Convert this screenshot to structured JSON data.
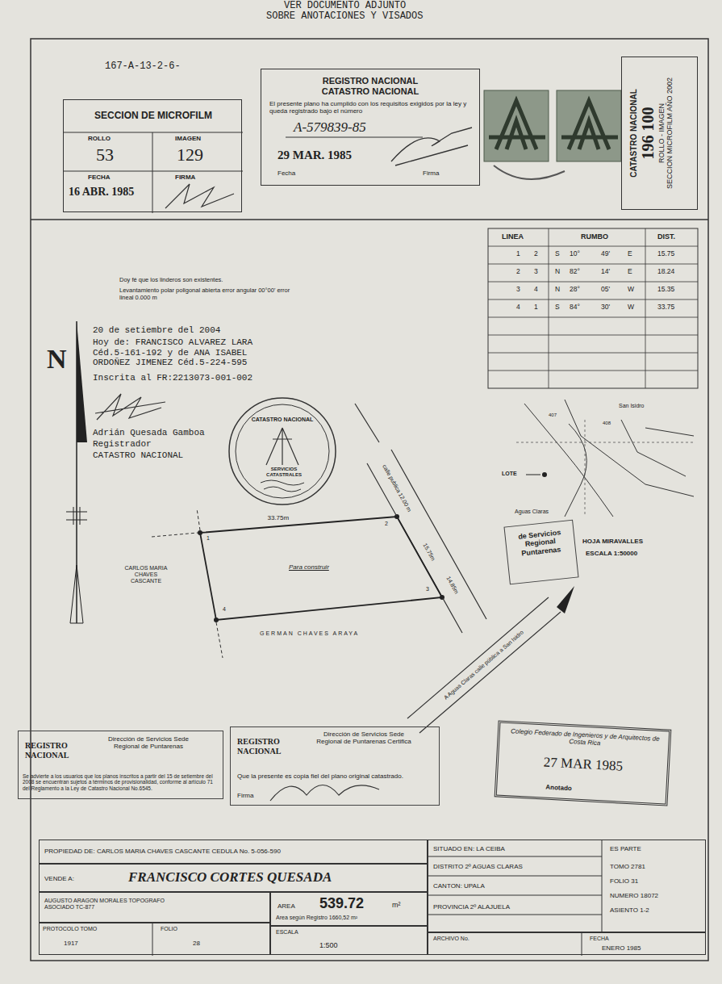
{
  "diagram": {
    "nodes": [
      {
        "text": [
          "SECCION DE MICROFILM",
          "ROLLO",
          "53",
          "IMAGEN",
          "129",
          "FECHA",
          "16 ABR. 1985",
          "FIRMA"
        ]
      },
      {
        "text": [
          "REGISTRO NACIONAL CATASTRO NACIONAL",
          "El presente plano ha cumplido con los requisitos exigidos por la ley y queda registrado bajo el número",
          "A-579839-85",
          "29 MAR. 1985",
          "Fecha",
          "Firma"
        ]
      },
      {
        "text": [
          "CATASTRO NACIONAL",
          "196 100",
          "ROLLO - IMAGEN",
          "SECCION MICROFILM AÑO 2002"
        ]
      },
      {
        "text": [
          "CATASTRO NACIONAL",
          "SERVICIOS CATASTRALES"
        ]
      },
      {
        "text": [
          "Para construir"
        ]
      },
      {
        "text": [
          "de Servicios Regional Puntarenas"
        ]
      },
      {
        "text": [
          "REGISTRO NACIONAL",
          "Dirección de Servicios Sede Regional de Puntarenas",
          "Se advierte a los usuarios que los planos inscritos a partir del 15 de setiembre del 2008 se encuentran sujetos a términos de provisionalidad, conforme al artículo 71 del Reglamento a la Ley de Catastro Nacional No.6545."
        ]
      },
      {
        "text": [
          "REGISTRO NACIONAL",
          "Dirección de Servicios Sede Regional de Puntarenas Certifica",
          "Que la presente es copia fiel del plano original catastrado.",
          "Firma"
        ]
      },
      {
        "text": [
          "Colegio Federado de Ingenieros y de Arquitectos de Costa Rica",
          "27 MAR 1985",
          "Anotado"
        ]
      },
      {
        "text": [
          "PROPIEDAD DE: CARLOS MARIA CHAVES CASCANTE CEDULA No. 5-056-590"
        ]
      },
      {
        "text": [
          "VENDE A:",
          "FRANCISCO CORTES QUESADA"
        ]
      },
      {
        "text": [
          "AUGUSTO ARAGON MORALES TOPOGRAFO ASOCIADO TC-877"
        ]
      },
      {
        "text": [
          "AREA",
          "539.72",
          "m²",
          "Area según Registro 1660,52 m²"
        ]
      },
      {
        "text": [
          "PROTOCOLO TOMO",
          "1917",
          "FOLIO",
          "28"
        ]
      },
      {
        "text": [
          "ESCALA",
          "1:500"
        ]
      },
      {
        "text": [
          "SITUADO EN: LA CEIBA",
          "ES PARTE",
          "DISTRITO 2º AGUAS CLARAS",
          "TOMO 2781",
          "CANTON: UPALA",
          "FOLIO 31",
          "NUMERO 18072",
          "PROVINCIA 2º ALAJUELA",
          "ASIENTO 1-2"
        ]
      },
      {
        "text": [
          "ARCHIVO No.",
          "FECHA",
          "ENERO 1985"
        ]
      }
    ],
    "labels": [
      "VER DOCUMENTO ADJUNTO",
      "SOBRE ANOTACIONES Y VISADOS",
      "167-A-13-2-6-",
      "LINEA",
      "RUMBO",
      "DIST.",
      "1",
      "2",
      "S",
      "10°",
      "49'",
      "E",
      "15.75",
      "2",
      "3",
      "N",
      "82°",
      "14'",
      "E",
      "18.24",
      "3",
      "4",
      "N",
      "28°",
      "05'",
      "W",
      "15.35",
      "4",
      "1",
      "S",
      "84°",
      "30'",
      "W",
      "33.75",
      "Doy fé que los linderos son existentes.",
      "Levantamiento polar poligonal abierta error angular 00°00' error lineal 0.000 m",
      "20 de setiembre del 2004",
      "Hoy de: FRANCISCO ALVAREZ LARA Céd.5-161-192 y de ANA ISABEL ORDOÑEZ JIMENEZ Céd.5-224-595",
      "Inscrita al FR:2213073-001-002",
      "Adrián Quesada Gamboa",
      "Registrador",
      "CATASTRO NACIONAL",
      "N",
      "1",
      "2",
      "3",
      "4",
      "33.75m",
      "15.75m",
      "calle publica 12.00 m",
      "14.85m",
      "A Aguas Claras calle pública a San Isidro",
      "CARLOS MARIA CHAVES CASCANTE",
      "GERMAN CHAVES ARAYA",
      "San Isidro",
      "LOTE",
      "407",
      "408",
      "Aguas Claras",
      "HOJA MIRAVALLES",
      "ESCALA 1:50000"
    ]
  }
}
